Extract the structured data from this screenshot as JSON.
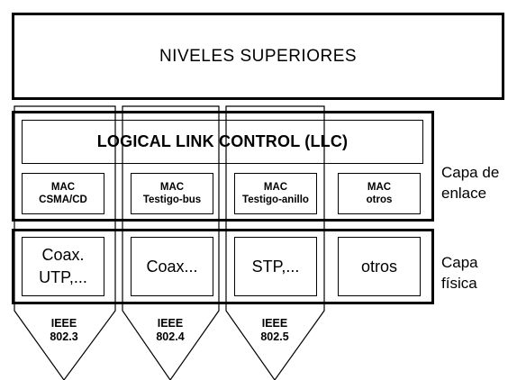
{
  "upper_layers": {
    "label": "NIVELES  SUPERIORES"
  },
  "llc": {
    "label": "LOGICAL LINK CONTROL (LLC)"
  },
  "mac_boxes": [
    {
      "line1": "MAC",
      "line2": "CSMA/CD"
    },
    {
      "line1": "MAC",
      "line2": "Testigo-bus"
    },
    {
      "line1": "MAC",
      "line2": "Testigo-anillo"
    },
    {
      "line1": "MAC",
      "line2": "otros"
    }
  ],
  "physical_boxes": [
    {
      "label": "Coax.\nUTP,..."
    },
    {
      "label": "Coax..."
    },
    {
      "label": "STP,..."
    },
    {
      "label": "otros"
    }
  ],
  "side_labels": {
    "data_link": "Capa de\nenlace",
    "physical": "Capa\nfísica"
  },
  "standards": [
    {
      "line1": "IEEE",
      "line2": "802.3"
    },
    {
      "line1": "IEEE",
      "line2": "802.4"
    },
    {
      "line1": "IEEE",
      "line2": "802.5"
    }
  ]
}
